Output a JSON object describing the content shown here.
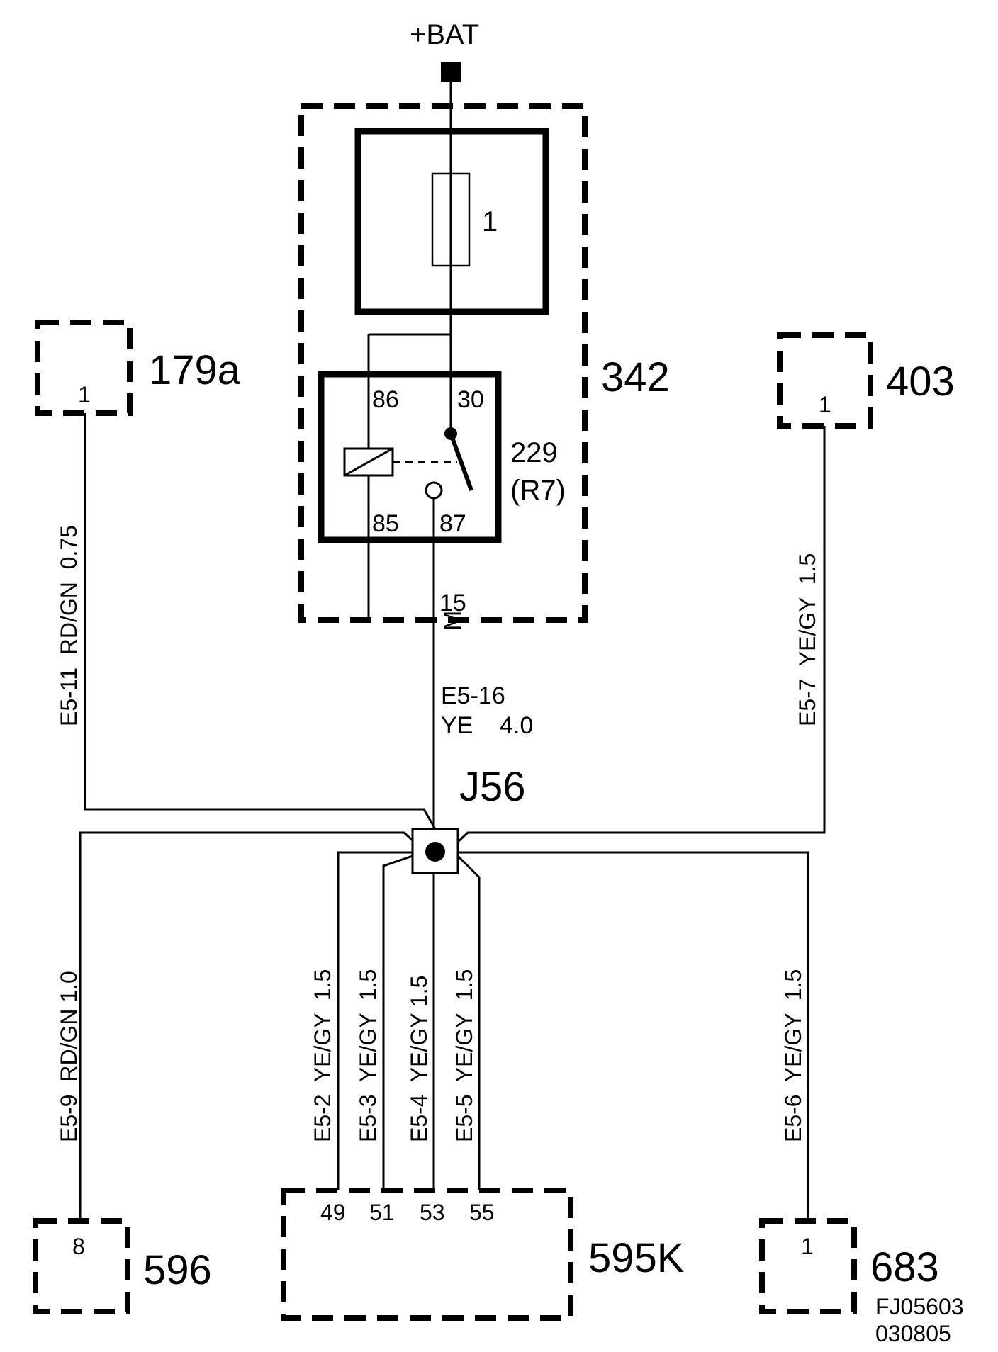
{
  "supply": {
    "label": "+BAT"
  },
  "relay_box": {
    "id": "342",
    "fuse_label": "1",
    "relay_id": "229",
    "relay_code": "(R7)",
    "pins": {
      "p86": "86",
      "p30": "30",
      "p85": "85",
      "p87": "87"
    },
    "output_pin": "15",
    "output_marker": "M"
  },
  "splice": {
    "id": "J56"
  },
  "main_wire": {
    "code": "E5-16",
    "spec": "YE    4.0"
  },
  "components": [
    {
      "id": "179a",
      "pin": "1"
    },
    {
      "id": "403",
      "pin": "1"
    },
    {
      "id": "596",
      "pin": "8"
    },
    {
      "id": "595K",
      "pins": [
        "49",
        "51",
        "53",
        "55"
      ]
    },
    {
      "id": "683",
      "pin": "1"
    }
  ],
  "wires": [
    {
      "label": "E5-11  RD/GN  0.75"
    },
    {
      "label": "E5-7  YE/GY  1.5"
    },
    {
      "label": "E5-9  RD/GN 1.0"
    },
    {
      "label": "E5-2  YE/GY  1.5"
    },
    {
      "label": "E5-3  YE/GY  1.5"
    },
    {
      "label": "E5-4  YE/GY 1.5"
    },
    {
      "label": "E5-5  YE/GY  1.5"
    },
    {
      "label": "E5-6  YE/GY  1.5"
    }
  ],
  "footer": {
    "code": "FJ05603",
    "date": "030805"
  }
}
